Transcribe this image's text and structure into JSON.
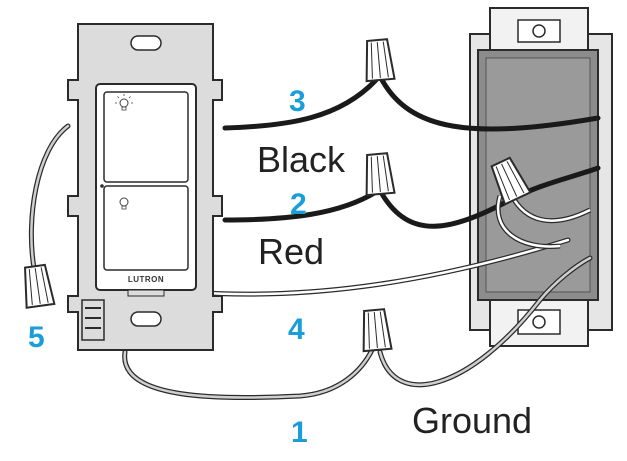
{
  "diagram": {
    "step_numbers": [
      "1",
      "2",
      "3",
      "4",
      "5"
    ],
    "labels": {
      "black": "Black",
      "red": "Red",
      "ground": "Ground"
    },
    "brand": "LUTRON",
    "colors": {
      "accent": "#1a9ed9",
      "wire_black": "#1a1a1a",
      "plate": "#dcdcdc",
      "box": "#8c8c8c",
      "outline": "#2b2b2b"
    },
    "icons": [
      "light-on-icon",
      "light-off-icon",
      "wire-nut-icon"
    ]
  }
}
